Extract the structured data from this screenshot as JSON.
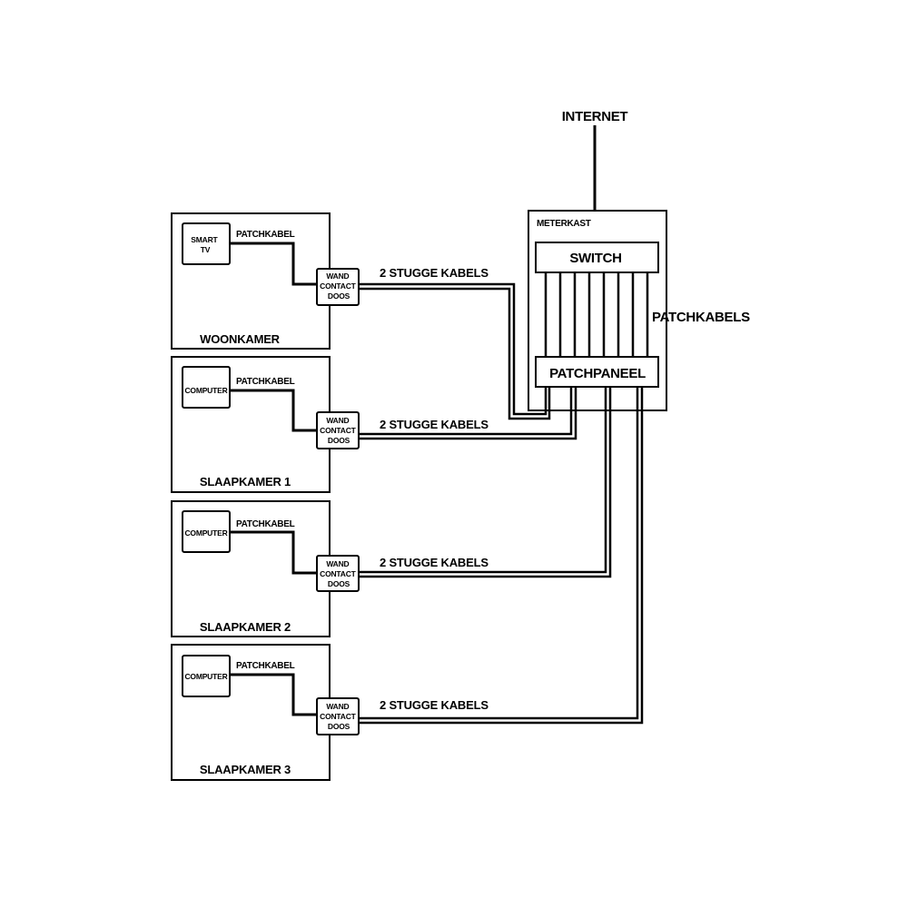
{
  "internet_label": "INTERNET",
  "meterkast": {
    "title": "METERKAST",
    "switch_label": "SWITCH",
    "patchpaneel_label": "PATCHPANEEL",
    "patchkabels_label": "PATCHKABELS"
  },
  "rooms": [
    {
      "name": "WOONKAMER",
      "device_lines": [
        "SMART",
        "TV"
      ],
      "patchkabel_label": "PATCHKABEL",
      "wall_box_lines": [
        "WAND",
        "CONTACT",
        "DOOS"
      ],
      "cable_label": "2 STUGGE KABELS"
    },
    {
      "name": "SLAAPKAMER 1",
      "device_lines": [
        "COMPUTER"
      ],
      "patchkabel_label": "PATCHKABEL",
      "wall_box_lines": [
        "WAND",
        "CONTACT",
        "DOOS"
      ],
      "cable_label": "2 STUGGE KABELS"
    },
    {
      "name": "SLAAPKAMER 2",
      "device_lines": [
        "COMPUTER"
      ],
      "patchkabel_label": "PATCHKABEL",
      "wall_box_lines": [
        "WAND",
        "CONTACT",
        "DOOS"
      ],
      "cable_label": "2 STUGGE KABELS"
    },
    {
      "name": "SLAAPKAMER 3",
      "device_lines": [
        "COMPUTER"
      ],
      "patchkabel_label": "PATCHKABEL",
      "wall_box_lines": [
        "WAND",
        "CONTACT",
        "DOOS"
      ],
      "cable_label": "2 STUGGE KABELS"
    }
  ],
  "switch_patch_cable_count": 8
}
